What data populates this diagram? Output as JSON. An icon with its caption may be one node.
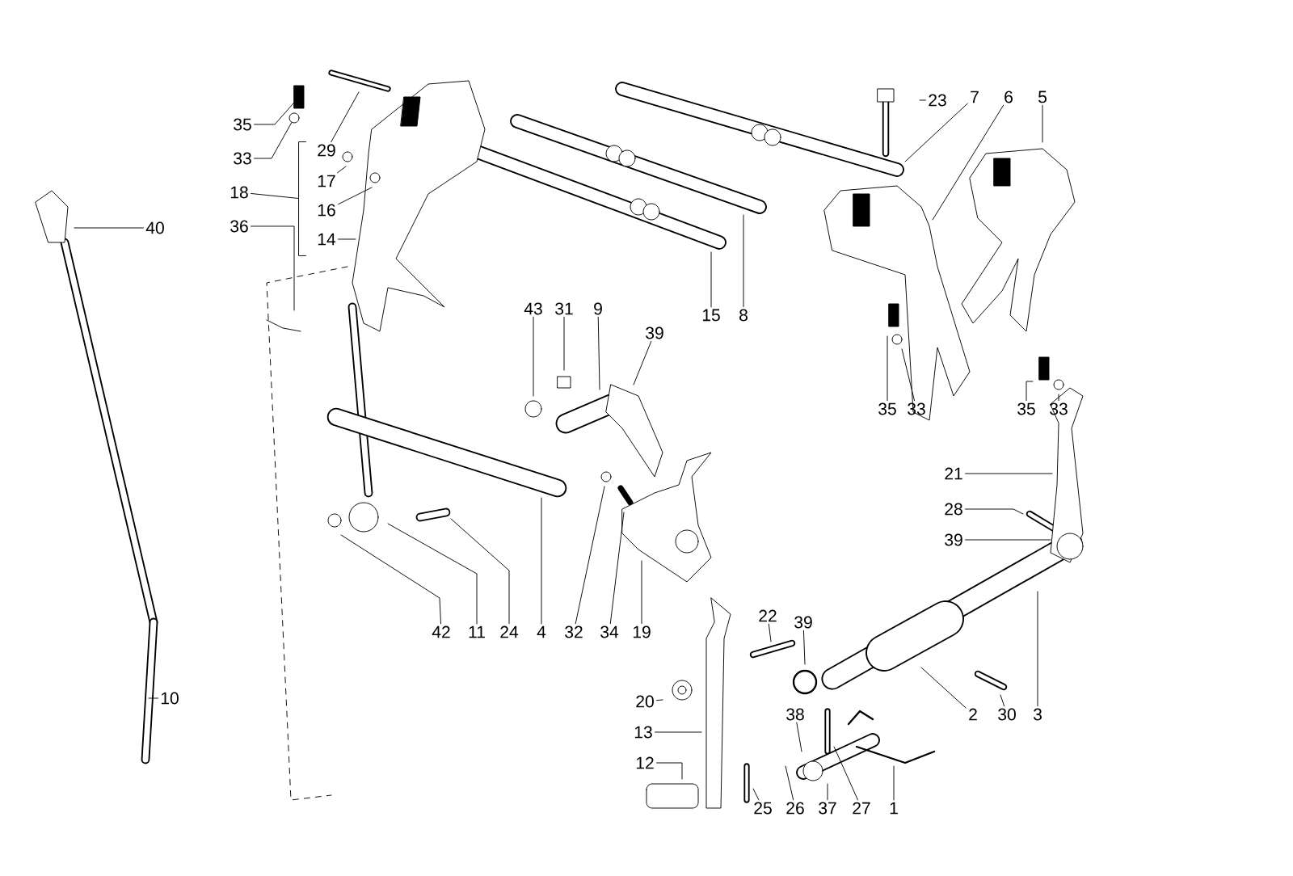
{
  "diagram": {
    "nodes": [
      {
        "text": [
          "7"
        ]
      },
      {
        "text": [
          "6"
        ]
      },
      {
        "text": [
          "5"
        ]
      },
      {
        "text": [
          "23"
        ]
      },
      {
        "text": [
          "35"
        ]
      },
      {
        "text": [
          "29"
        ]
      },
      {
        "text": [
          "33"
        ]
      },
      {
        "text": [
          "17"
        ]
      },
      {
        "text": [
          "18"
        ]
      },
      {
        "text": [
          "16"
        ]
      },
      {
        "text": [
          "36"
        ]
      },
      {
        "text": [
          "40"
        ]
      },
      {
        "text": [
          "14"
        ]
      },
      {
        "text": [
          "43"
        ]
      },
      {
        "text": [
          "31"
        ]
      },
      {
        "text": [
          "9"
        ]
      },
      {
        "text": [
          "15"
        ]
      },
      {
        "text": [
          "8"
        ]
      },
      {
        "text": [
          "39"
        ]
      },
      {
        "text": [
          "35"
        ]
      },
      {
        "text": [
          "33"
        ]
      },
      {
        "text": [
          "35"
        ]
      },
      {
        "text": [
          "33"
        ]
      },
      {
        "text": [
          "21"
        ]
      },
      {
        "text": [
          "28"
        ]
      },
      {
        "text": [
          "39"
        ]
      },
      {
        "text": [
          "22"
        ]
      },
      {
        "text": [
          "39"
        ]
      },
      {
        "text": [
          "42"
        ]
      },
      {
        "text": [
          "11"
        ]
      },
      {
        "text": [
          "24"
        ]
      },
      {
        "text": [
          "4"
        ]
      },
      {
        "text": [
          "32"
        ]
      },
      {
        "text": [
          "34"
        ]
      },
      {
        "text": [
          "19"
        ]
      },
      {
        "text": [
          "10"
        ]
      },
      {
        "text": [
          "20"
        ]
      },
      {
        "text": [
          "2"
        ]
      },
      {
        "text": [
          "30"
        ]
      },
      {
        "text": [
          "3"
        ]
      },
      {
        "text": [
          "38"
        ]
      },
      {
        "text": [
          "13"
        ]
      },
      {
        "text": [
          "12"
        ]
      },
      {
        "text": [
          "25"
        ]
      },
      {
        "text": [
          "26"
        ]
      },
      {
        "text": [
          "37"
        ]
      },
      {
        "text": [
          "27"
        ]
      },
      {
        "text": [
          "1"
        ]
      },
      {
        "text": [],
        "shape": "bracket"
      },
      {
        "text": [],
        "shape": "bar"
      },
      {
        "text": [],
        "shape": "circle"
      }
    ],
    "edges": [
      {
        "from": 0,
        "to": null,
        "arrow": "none"
      },
      {
        "from": 1,
        "to": null,
        "arrow": "none"
      },
      {
        "from": 2,
        "to": null,
        "arrow": "none"
      },
      {
        "from": 3,
        "to": null,
        "arrow": "none"
      },
      {
        "from": 4,
        "to": 49,
        "arrow": "none"
      },
      {
        "from": 5,
        "to": null,
        "arrow": "none"
      },
      {
        "from": 6,
        "to": 50,
        "arrow": "none"
      },
      {
        "from": 7,
        "to": null,
        "arrow": "none"
      },
      {
        "from": 8,
        "to": 48,
        "arrow": "none"
      },
      {
        "from": 9,
        "to": null,
        "arrow": "none"
      },
      {
        "from": 10,
        "to": null,
        "arrow": "none"
      },
      {
        "from": 11,
        "to": null,
        "arrow": "none"
      },
      {
        "from": 12,
        "to": null,
        "arrow": "none"
      },
      {
        "from": 13,
        "to": null,
        "arrow": "none"
      },
      {
        "from": 14,
        "to": null,
        "arrow": "none"
      },
      {
        "from": 15,
        "to": null,
        "arrow": "none"
      },
      {
        "from": 16,
        "to": null,
        "arrow": "none"
      },
      {
        "from": 17,
        "to": null,
        "arrow": "none"
      },
      {
        "from": 18,
        "to": null,
        "arrow": "none"
      },
      {
        "from": 19,
        "to": null,
        "arrow": "none"
      },
      {
        "from": 20,
        "to": null,
        "arrow": "none"
      },
      {
        "from": 21,
        "to": null,
        "arrow": "none"
      },
      {
        "from": 22,
        "to": null,
        "arrow": "none"
      },
      {
        "from": 23,
        "to": null,
        "arrow": "none"
      },
      {
        "from": 24,
        "to": null,
        "arrow": "none"
      },
      {
        "from": 25,
        "to": null,
        "arrow": "none"
      },
      {
        "from": 26,
        "to": null,
        "arrow": "none"
      },
      {
        "from": 27,
        "to": null,
        "arrow": "none"
      },
      {
        "from": 28,
        "to": null,
        "arrow": "none"
      },
      {
        "from": 29,
        "to": null,
        "arrow": "none"
      },
      {
        "from": 30,
        "to": null,
        "arrow": "none"
      },
      {
        "from": 31,
        "to": null,
        "arrow": "none"
      },
      {
        "from": 32,
        "to": null,
        "arrow": "none"
      },
      {
        "from": 33,
        "to": null,
        "arrow": "none"
      },
      {
        "from": 34,
        "to": null,
        "arrow": "none"
      },
      {
        "from": 35,
        "to": null,
        "arrow": "none"
      },
      {
        "from": 36,
        "to": null,
        "arrow": "none"
      },
      {
        "from": 37,
        "to": null,
        "arrow": "none"
      },
      {
        "from": 38,
        "to": null,
        "arrow": "none"
      },
      {
        "from": 39,
        "to": null,
        "arrow": "none"
      },
      {
        "from": 40,
        "to": null,
        "arrow": "none"
      },
      {
        "from": 41,
        "to": null,
        "arrow": "none"
      },
      {
        "from": 42,
        "to": null,
        "arrow": "none"
      },
      {
        "from": 43,
        "to": null,
        "arrow": "none"
      },
      {
        "from": 44,
        "to": null,
        "arrow": "none"
      },
      {
        "from": 45,
        "to": null,
        "arrow": "none"
      },
      {
        "from": 46,
        "to": null,
        "arrow": "none"
      },
      {
        "from": 47,
        "to": null,
        "arrow": "none"
      }
    ]
  }
}
